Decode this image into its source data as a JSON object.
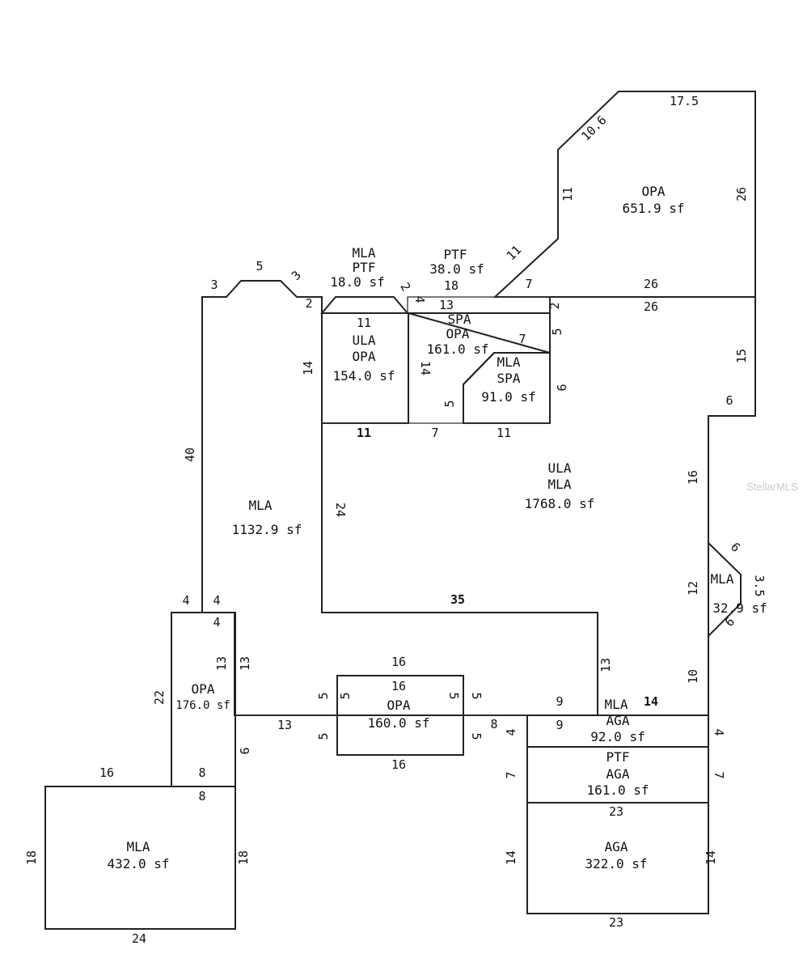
{
  "watermark": "StellarMLS",
  "areas": {
    "opa_top": {
      "code1": "OPA",
      "area": "651.9 sf"
    },
    "mla_ptf": {
      "code1": "MLA",
      "code2": "PTF",
      "area": "18.0 sf"
    },
    "ptf": {
      "code1": "PTF",
      "area": "38.0 sf"
    },
    "ula_opa": {
      "code1": "ULA",
      "code2": "OPA",
      "area": "154.0 sf"
    },
    "spa_opa": {
      "code1": "SPA",
      "code2": "OPA",
      "area": "161.0 sf"
    },
    "mla_spa": {
      "code1": "MLA",
      "code2": "SPA",
      "area": "91.0 sf"
    },
    "mla_left": {
      "code1": "MLA",
      "area": "1132.9 sf"
    },
    "ula_mla": {
      "code1": "ULA",
      "code2": "MLA",
      "area": "1768.0 sf"
    },
    "mla_bay": {
      "code1": "MLA",
      "area": "32.9 sf"
    },
    "opa_left": {
      "code1": "OPA",
      "area": "176.0 sf"
    },
    "opa_mid": {
      "code1": "OPA",
      "area": "160.0 sf"
    },
    "mla_aga": {
      "code1": "MLA",
      "code2": "AGA",
      "area": "92.0 sf"
    },
    "ptf_aga": {
      "code1": "PTF",
      "code2": "AGA",
      "area": "161.0 sf"
    },
    "aga": {
      "code1": "AGA",
      "area": "322.0 sf"
    },
    "mla_bottom": {
      "code1": "MLA",
      "area": "432.0 sf"
    }
  },
  "dims": {
    "d175": "17.5",
    "d106": "10.6",
    "d11a": "11",
    "d26a": "26",
    "d11b": "11",
    "d7a": "7",
    "d26b": "26",
    "d26c": "26",
    "d3": "3",
    "d5a": "5",
    "d3b": "3",
    "d2a": "2",
    "d2b": "2",
    "d4a": "4",
    "d18": "18",
    "d13a": "13",
    "d2c": "2",
    "d11c": "11",
    "d14a": "14",
    "d14b": "14",
    "d5b": "5",
    "d7b": "7",
    "d5c": "5",
    "d9a": "9",
    "d11d": "11",
    "d7c": "7",
    "d11e": "11",
    "d15": "15",
    "d6a": "6",
    "d40": "40",
    "d24a": "24",
    "d16a": "16",
    "d6b": "6",
    "d35a": "35",
    "d12": "12",
    "d35b": "3.5",
    "d6c": "6",
    "d4b": "4",
    "d4c": "4",
    "d4d": "4",
    "d13b": "13",
    "d13c": "13",
    "d22": "22",
    "d13d": "13",
    "d9b": "9",
    "d16b": "16",
    "d16c": "16",
    "d5d": "5",
    "d5e": "5",
    "d5f": "5",
    "d5g": "5",
    "d5h": "5",
    "d5i": "5",
    "d16d": "16",
    "d8a": "8",
    "d9c": "9",
    "d9d": "9",
    "d14c": "14",
    "d13e": "13",
    "d10": "10",
    "d4e": "4",
    "d4f": "4",
    "d7d": "7",
    "d7e": "7",
    "d23a": "23",
    "d14d": "14",
    "d14e": "14",
    "d23b": "23",
    "d16e": "16",
    "d8b": "8",
    "d8c": "8",
    "d18b": "18",
    "d18c": "18",
    "d24b": "24"
  }
}
